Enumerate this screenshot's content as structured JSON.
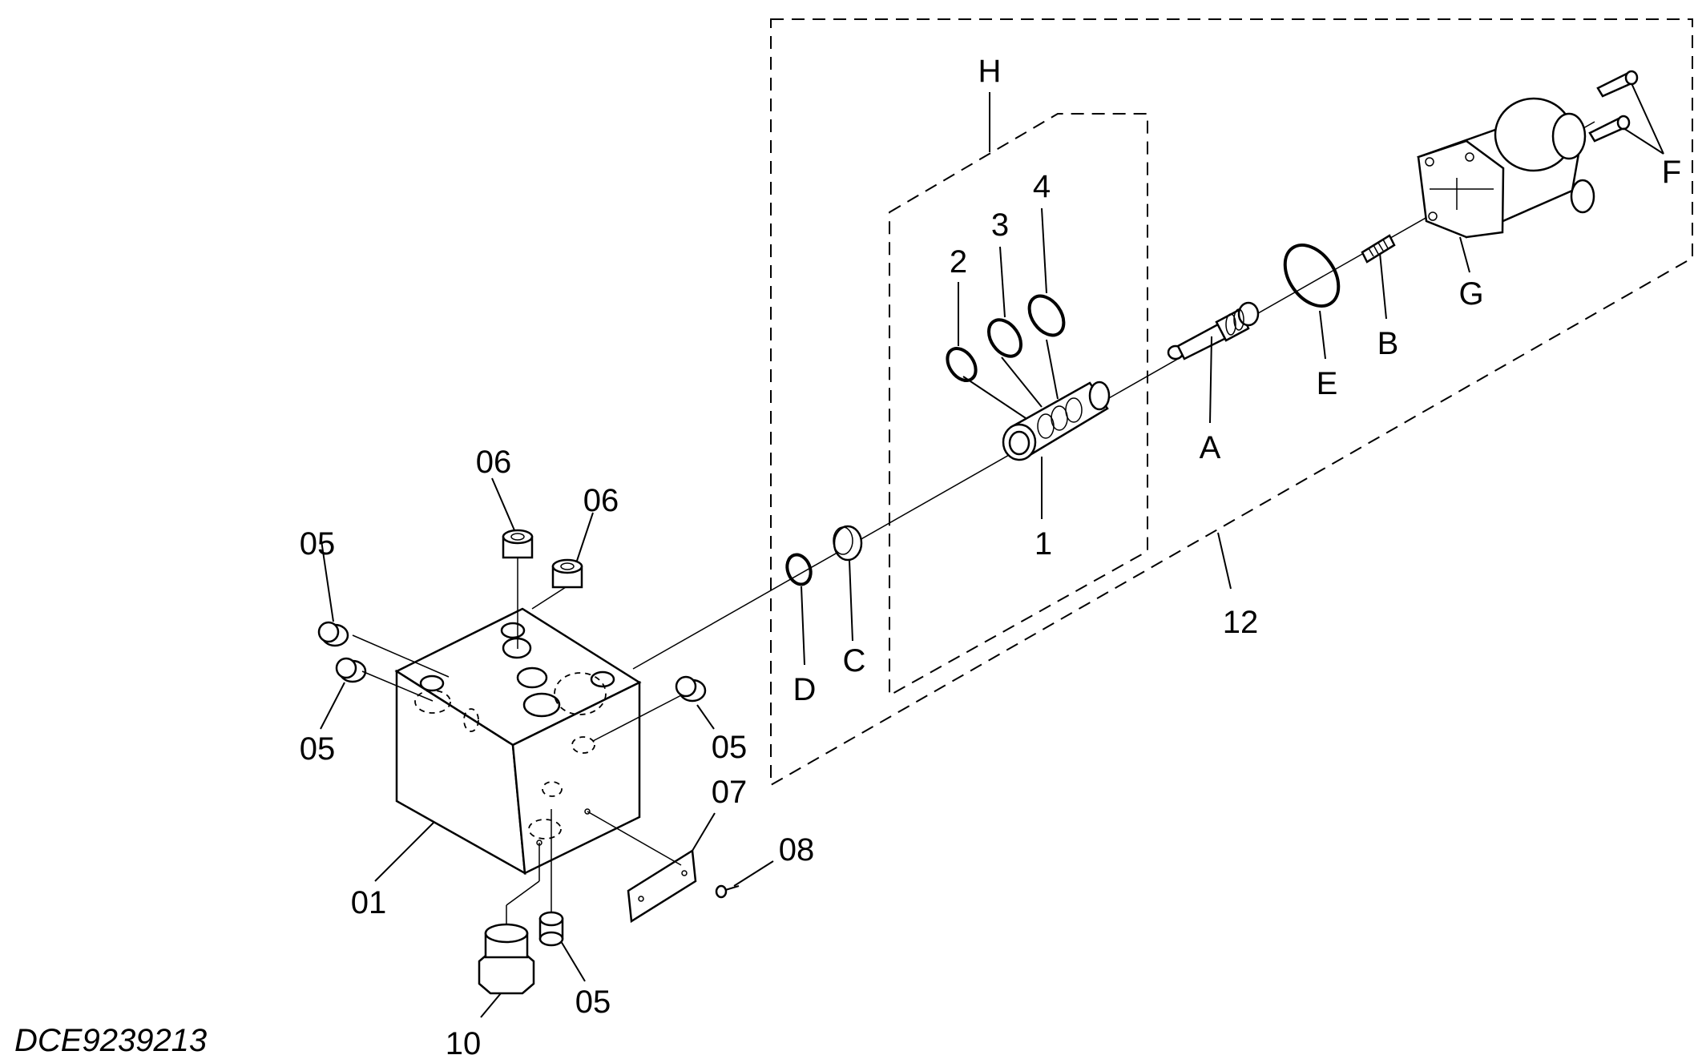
{
  "diagram": {
    "drawing_code": "DCE9239213",
    "labels": {
      "H": "H",
      "n4": "4",
      "n3": "3",
      "n2": "2",
      "n1": "1",
      "A": "A",
      "B": "B",
      "C": "C",
      "D": "D",
      "E": "E",
      "F": "F",
      "G": "G",
      "n12": "12",
      "p01": "01",
      "p05a": "05",
      "p05b": "05",
      "p05c": "05",
      "p05d": "05",
      "p06a": "06",
      "p06b": "06",
      "p07": "07",
      "p08": "08",
      "p10": "10"
    }
  }
}
